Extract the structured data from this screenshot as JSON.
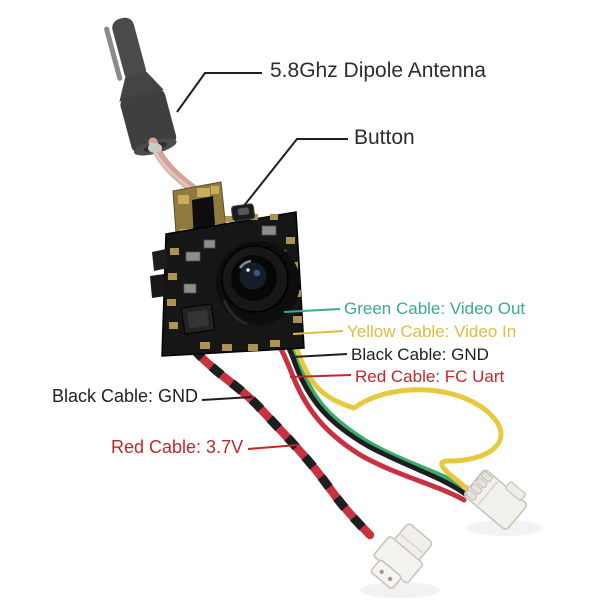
{
  "callouts": {
    "antenna": {
      "label": "5.8Ghz Dipole Antenna",
      "color": "#2d2d2d"
    },
    "button": {
      "label": "Button",
      "color": "#2d2d2d"
    },
    "video_out": {
      "label": "Green Cable: Video Out",
      "color": "#3aaa93"
    },
    "video_in": {
      "label": "Yellow Cable: Video In",
      "color": "#dfbc45"
    },
    "gnd_right": {
      "label": "Black Cable: GND",
      "color": "#1f1f1f"
    },
    "fc_uart": {
      "label": "Red Cable: FC Uart",
      "color": "#c0272c"
    },
    "gnd_left": {
      "label": "Black Cable: GND",
      "color": "#1f1f1f"
    },
    "power": {
      "label": "Red Cable: 3.7V",
      "color": "#c0272c"
    }
  },
  "wires": {
    "green": "#3aad6e",
    "yellow": "#e7c93f",
    "black": "#1e1e1e",
    "red": "#c83240"
  },
  "parts": {
    "antenna": "5.8GHz dipole antenna",
    "board": "FPV camera VTX module",
    "connector_4pin": "4-pin signal connector",
    "connector_2pin": "2-pin power connector"
  },
  "background": "#ffffff"
}
